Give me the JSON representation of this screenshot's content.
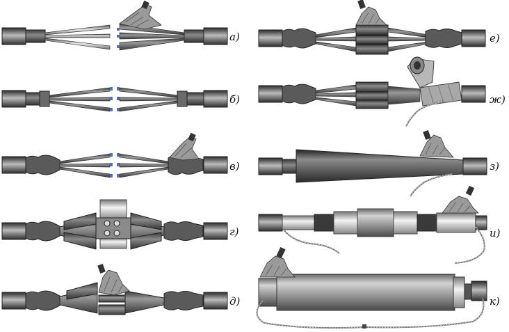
{
  "labels": {
    "a": "а)",
    "b": "б)",
    "v": "в)",
    "g": "г)",
    "d": "д)",
    "e": "е)",
    "zh": "ж)",
    "z": "з)",
    "i": "и)",
    "k": "к)"
  },
  "colors": {
    "background": "#ffffff",
    "cable_dark": "#3c3c3c",
    "cable_mid": "#707070",
    "cable_light": "#bdbdbd",
    "core_blue": "#5b6fb8",
    "tape": "#a8a8a8"
  }
}
